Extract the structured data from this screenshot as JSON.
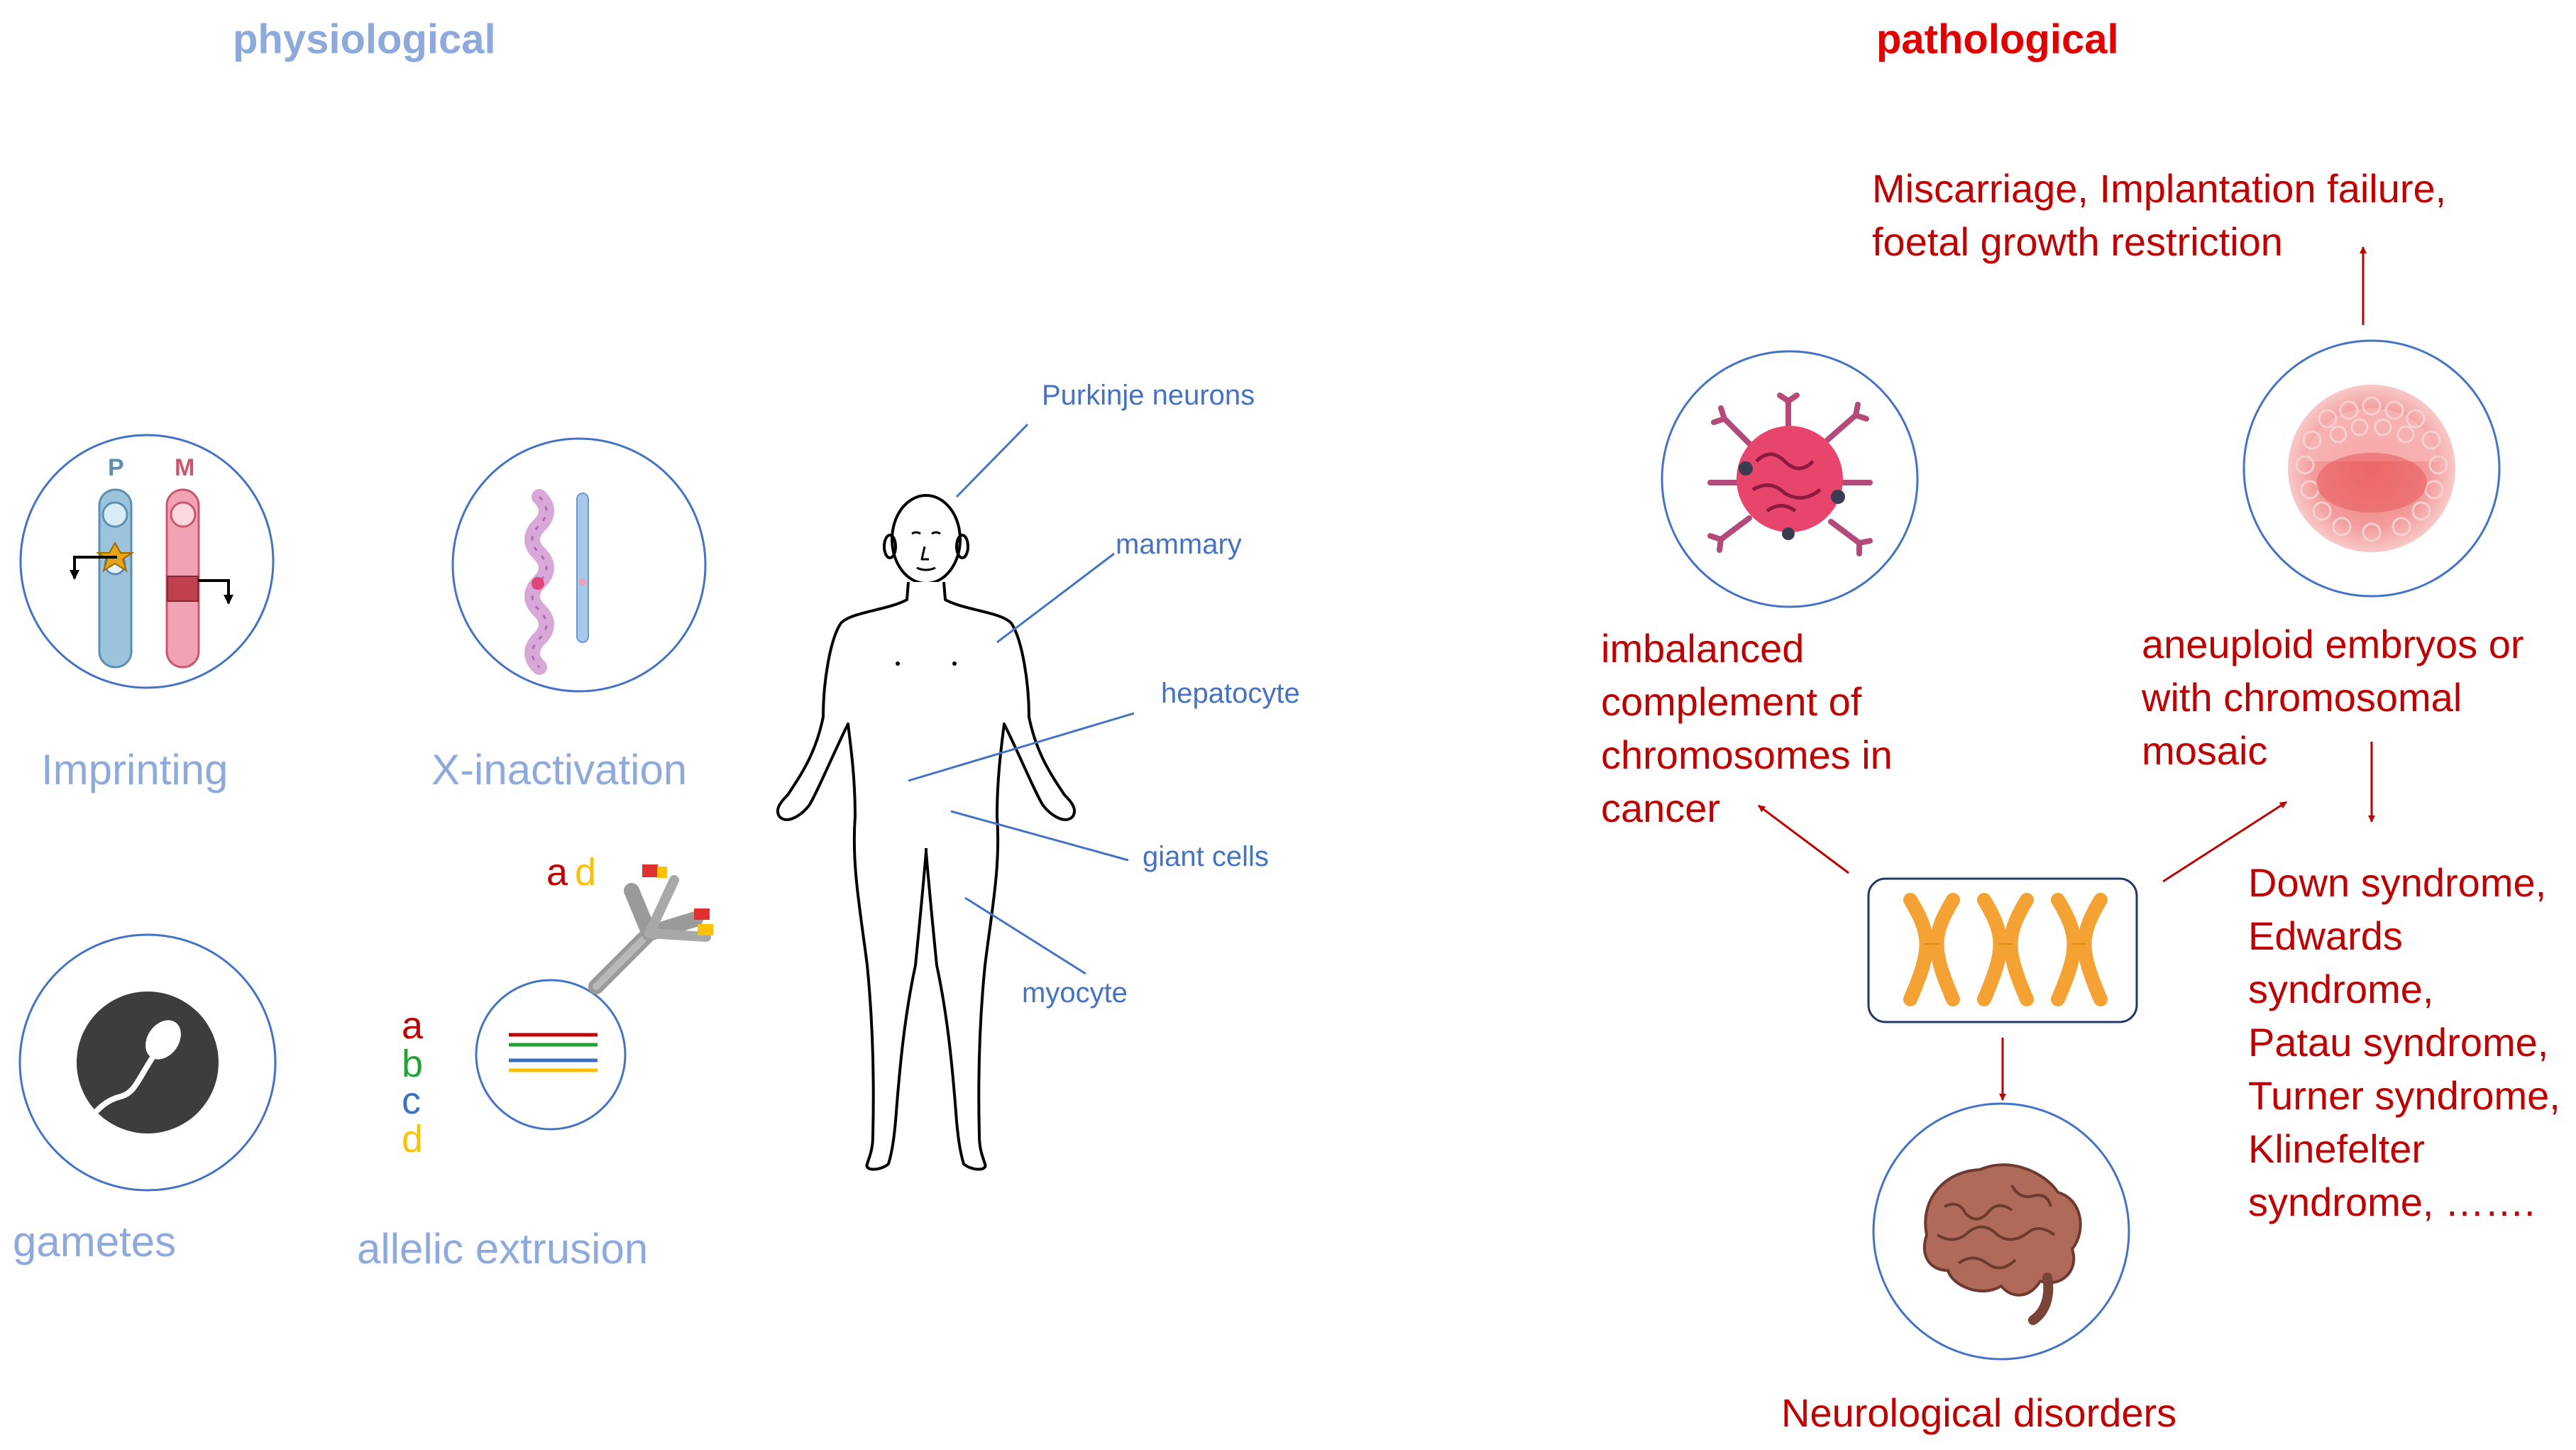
{
  "headers": {
    "physiological": "physiological",
    "pathological": "pathological"
  },
  "physiological": {
    "imprinting": {
      "label": "Imprinting",
      "paternal": "P",
      "maternal": "M"
    },
    "x_inactivation": {
      "label": "X-inactivation"
    },
    "gametes": {
      "label": "gametes"
    },
    "allelic_extrusion": {
      "label": "allelic extrusion",
      "alleles_list": [
        "a",
        "b",
        "c",
        "d"
      ],
      "alleles_antibody": [
        "a",
        "d"
      ],
      "allele_colors": [
        "#c00000",
        "#21a336",
        "#3a6fc4",
        "#ffc000"
      ]
    }
  },
  "body_labels": {
    "purkinje": "Purkinje neurons",
    "mammary": "mammary",
    "hepatocyte": "hepatocyte",
    "giant_cells": "giant cells",
    "myocyte": "myocyte"
  },
  "pathological": {
    "pregnancy": "Miscarriage, Implantation failure,\nfoetal growth restriction",
    "cancer": "imbalanced\ncomplement of\nchromosomes in\ncancer",
    "embryos": "aneuploid embryos or\nwith chromosomal\nmosaic",
    "syndromes": "Down syndrome,\nEdwards\nsyndrome,\nPatau syndrome,\nTurner syndrome,\nKlinefelter\nsyndrome, …….",
    "neuro": "Neurological disorders"
  },
  "colors": {
    "physiological_text": "#8ea9db",
    "body_label_text": "#4472c4",
    "pathological_text": "#c00000",
    "pathological_header": "#e00000",
    "chromosome_orange": "#f4a234"
  }
}
